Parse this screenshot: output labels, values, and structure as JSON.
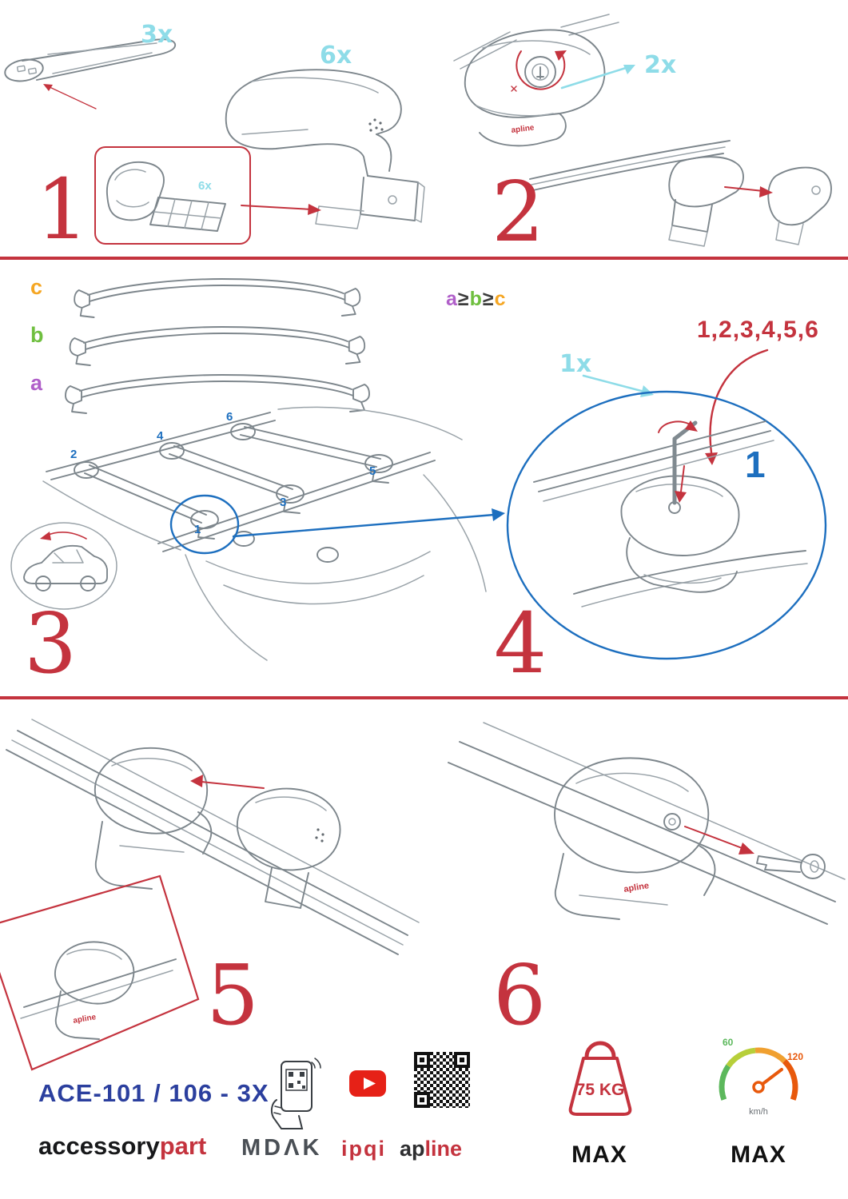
{
  "colors": {
    "accent_red": "#c4333e",
    "cyan": "#8edce8",
    "blue": "#1d6fbf",
    "navy": "#2b3f9e",
    "orange": "#f5a623",
    "green": "#6fbf3f",
    "purple": "#b05fc9"
  },
  "step1": {
    "number": "1",
    "bar_qty": "3x",
    "foot_qty": "6x",
    "pad_qty": "6x"
  },
  "step2": {
    "number": "2",
    "lock_qty": "2x"
  },
  "step3": {
    "number": "3",
    "bar_label_c": "c",
    "bar_label_b": "b",
    "bar_label_a": "a",
    "positions": [
      "1",
      "2",
      "3",
      "4",
      "5",
      "6"
    ]
  },
  "step4": {
    "number": "4",
    "rule_a": "a",
    "rule_gte1": "≥",
    "rule_b": "b",
    "rule_gte2": "≥",
    "rule_c": "c",
    "sequence": "1,2,3,4,5,6",
    "tool_qty": "1x",
    "first_position": "1"
  },
  "step5": {
    "number": "5"
  },
  "step6": {
    "number": "6"
  },
  "brand_mark": "apline",
  "footer": {
    "model": "ACE-101 / 106 - 3X",
    "brand_black": "accessory",
    "brand_red": "part",
    "mdak": "MDΛK",
    "ipqi": "ipqi",
    "apline_black": "ap",
    "apline_red": "line",
    "weight_value": "75 KG",
    "weight_max": "MAX",
    "speed_low": "60",
    "speed_high": "120",
    "speed_unit": "km/h",
    "speed_max": "MAX"
  }
}
